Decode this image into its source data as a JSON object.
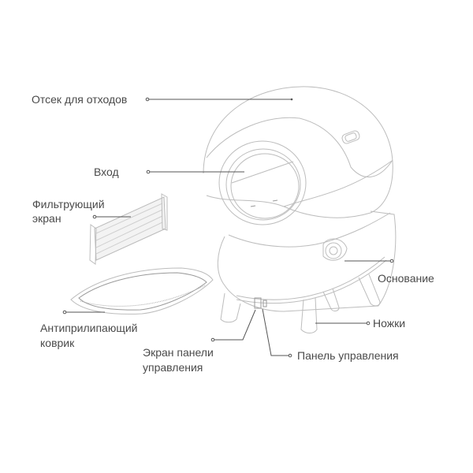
{
  "diagram": {
    "type": "product-parts-diagram",
    "subject": "automatic litter box",
    "line_color": "#555555",
    "text_color": "#4a4a4a",
    "labels": {
      "waste_compartment": "Отсек для отходов",
      "entrance": "Вход",
      "filter_screen_line1": "Фильтрующий",
      "filter_screen_line2": "экран",
      "non_stick_mat_line1": "Антиприлипающий",
      "non_stick_mat_line2": "коврик",
      "control_panel_screen_line1": "Экран панели",
      "control_panel_screen_line2": "управления",
      "control_panel": "Панель управления",
      "base": "Основание",
      "legs": "Ножки"
    }
  }
}
